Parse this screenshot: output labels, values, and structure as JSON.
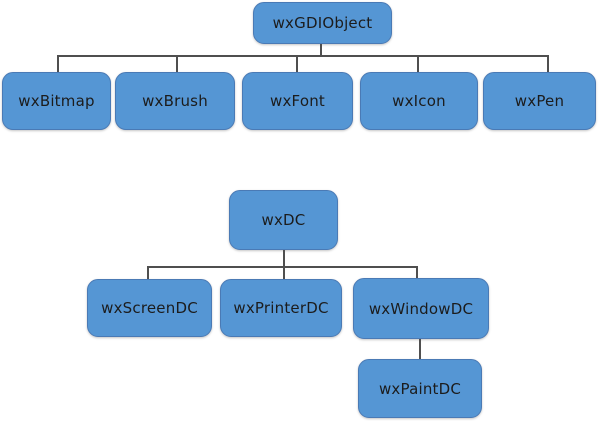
{
  "diagram": {
    "type": "class-hierarchy-tree",
    "nodes": {
      "gdiobject": "wxGDIObject",
      "bitmap": "wxBitmap",
      "brush": "wxBrush",
      "font": "wxFont",
      "icon": "wxIcon",
      "pen": "wxPen",
      "dc": "wxDC",
      "screendc": "wxScreenDC",
      "printerdc": "wxPrinterDC",
      "windowdc": "wxWindowDC",
      "paintdc": "wxPaintDC"
    },
    "hierarchy": [
      {
        "parent": "wxGDIObject",
        "children": [
          "wxBitmap",
          "wxBrush",
          "wxFont",
          "wxIcon",
          "wxPen"
        ]
      },
      {
        "parent": "wxDC",
        "children": [
          "wxScreenDC",
          "wxPrinterDC",
          "wxWindowDC"
        ]
      },
      {
        "parent": "wxWindowDC",
        "children": [
          "wxPaintDC"
        ]
      }
    ],
    "colors": {
      "node_fill": "#5596d4",
      "node_border": "#4a7ab5",
      "connector": "#4f4f4f",
      "text": "#1c1c1c",
      "background": "#ffffff"
    }
  }
}
